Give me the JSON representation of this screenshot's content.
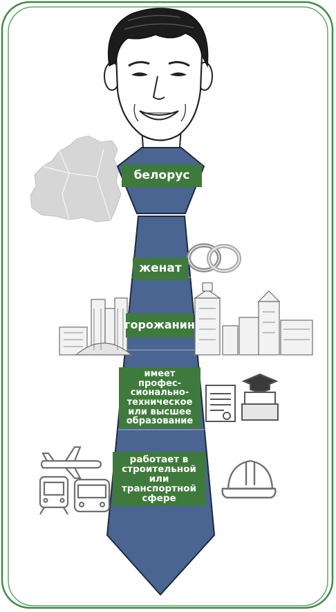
{
  "colors": {
    "frame_green": "#3e8a4a",
    "tie_blue": "#4a6592",
    "tie_outline": "#1e2a3c",
    "label_green": "#3e7a3b",
    "label_text": "#ffffff",
    "map_grey": "#d6d6d6",
    "icon_grey": "#6f6f6f"
  },
  "icons": [
    "man-face-icon",
    "belarus-map-icon",
    "wedding-rings-icon",
    "city-skyline-icon",
    "diploma-books-icon",
    "airplane-icon",
    "train-icon",
    "bus-icon",
    "hard-hat-icon"
  ],
  "labels": {
    "nationality": "белорус",
    "married": "женат",
    "citizen": "горожанин",
    "education": "имеет\nпрофес-\nсионально-\nтехническое\nили высшее\nобразование",
    "work": "работает в\nстроительной\nили\nтранспортной\nсфере"
  }
}
